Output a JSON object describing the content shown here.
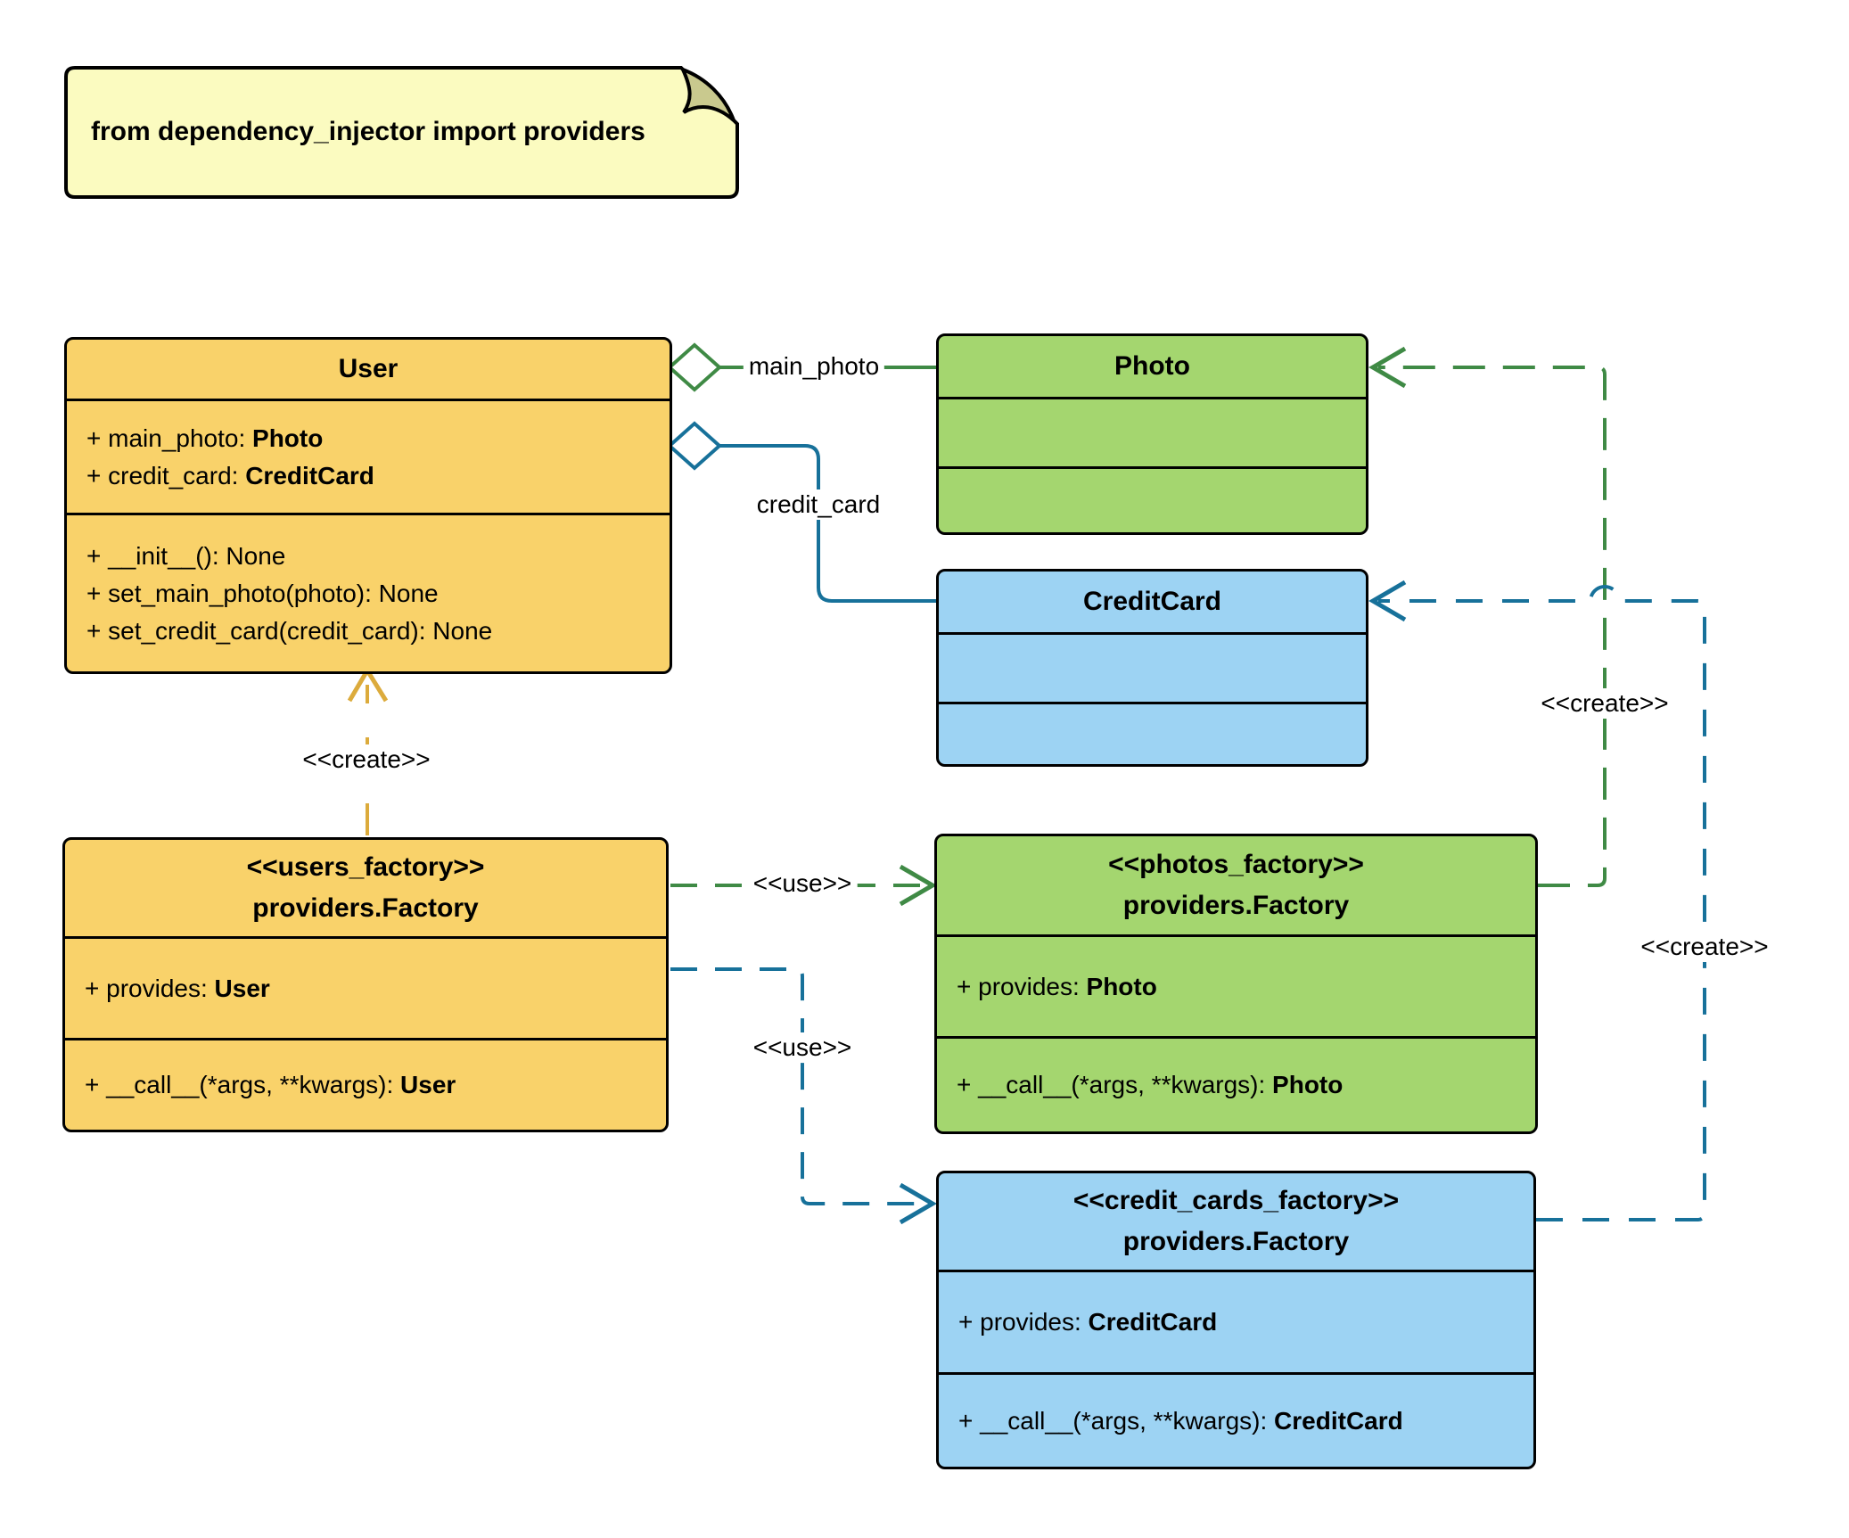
{
  "note": {
    "text": "from dependency_injector import providers"
  },
  "classes": {
    "user": {
      "name": "User",
      "attributes": [
        {
          "text": "+ main_photo: ",
          "type": "Photo"
        },
        {
          "text": "+ credit_card: ",
          "type": "CreditCard"
        }
      ],
      "methods": [
        {
          "text": "+ __init__(): None",
          "type": ""
        },
        {
          "text": "+ set_main_photo(photo): None",
          "type": ""
        },
        {
          "text": "+ set_credit_card(credit_card): None",
          "type": ""
        }
      ]
    },
    "photo": {
      "name": "Photo"
    },
    "credit_card": {
      "name": "CreditCard"
    },
    "users_factory": {
      "stereotype": "<<users_factory>>",
      "name": "providers.Factory",
      "attributes": [
        {
          "text": "+ provides: ",
          "type": "User"
        }
      ],
      "methods": [
        {
          "text": "+ __call__(*args, **kwargs): ",
          "type": "User"
        }
      ]
    },
    "photos_factory": {
      "stereotype": "<<photos_factory>>",
      "name": "providers.Factory",
      "attributes": [
        {
          "text": "+ provides: ",
          "type": "Photo"
        }
      ],
      "methods": [
        {
          "text": "+ __call__(*args, **kwargs): ",
          "type": "Photo"
        }
      ]
    },
    "credit_cards_factory": {
      "stereotype": "<<credit_cards_factory>>",
      "name": "providers.Factory",
      "attributes": [
        {
          "text": "+ provides: ",
          "type": "CreditCard"
        }
      ],
      "methods": [
        {
          "text": "+ __call__(*args, **kwargs): ",
          "type": "CreditCard"
        }
      ]
    }
  },
  "edges": {
    "main_photo": {
      "label": "main_photo"
    },
    "credit_card": {
      "label": "credit_card"
    },
    "create_user": {
      "label": "<<create>>"
    },
    "use_photos": {
      "label": "<<use>>"
    },
    "use_credit_cards": {
      "label": "<<use>>"
    },
    "create_photo": {
      "label": "<<create>>"
    },
    "create_credit_card": {
      "label": "<<create>>"
    }
  },
  "colors": {
    "fill-yellow": "#f9d26a",
    "fill-green": "#a4d66f",
    "fill-blue": "#9dd3f3",
    "fill-note": "#fbfbc0",
    "fill-note-fold": "#c9c98e",
    "line-gold": "#dcab3c",
    "line-green": "#3f8a45",
    "line-teal": "#17719a",
    "stroke-black": "#000000"
  }
}
